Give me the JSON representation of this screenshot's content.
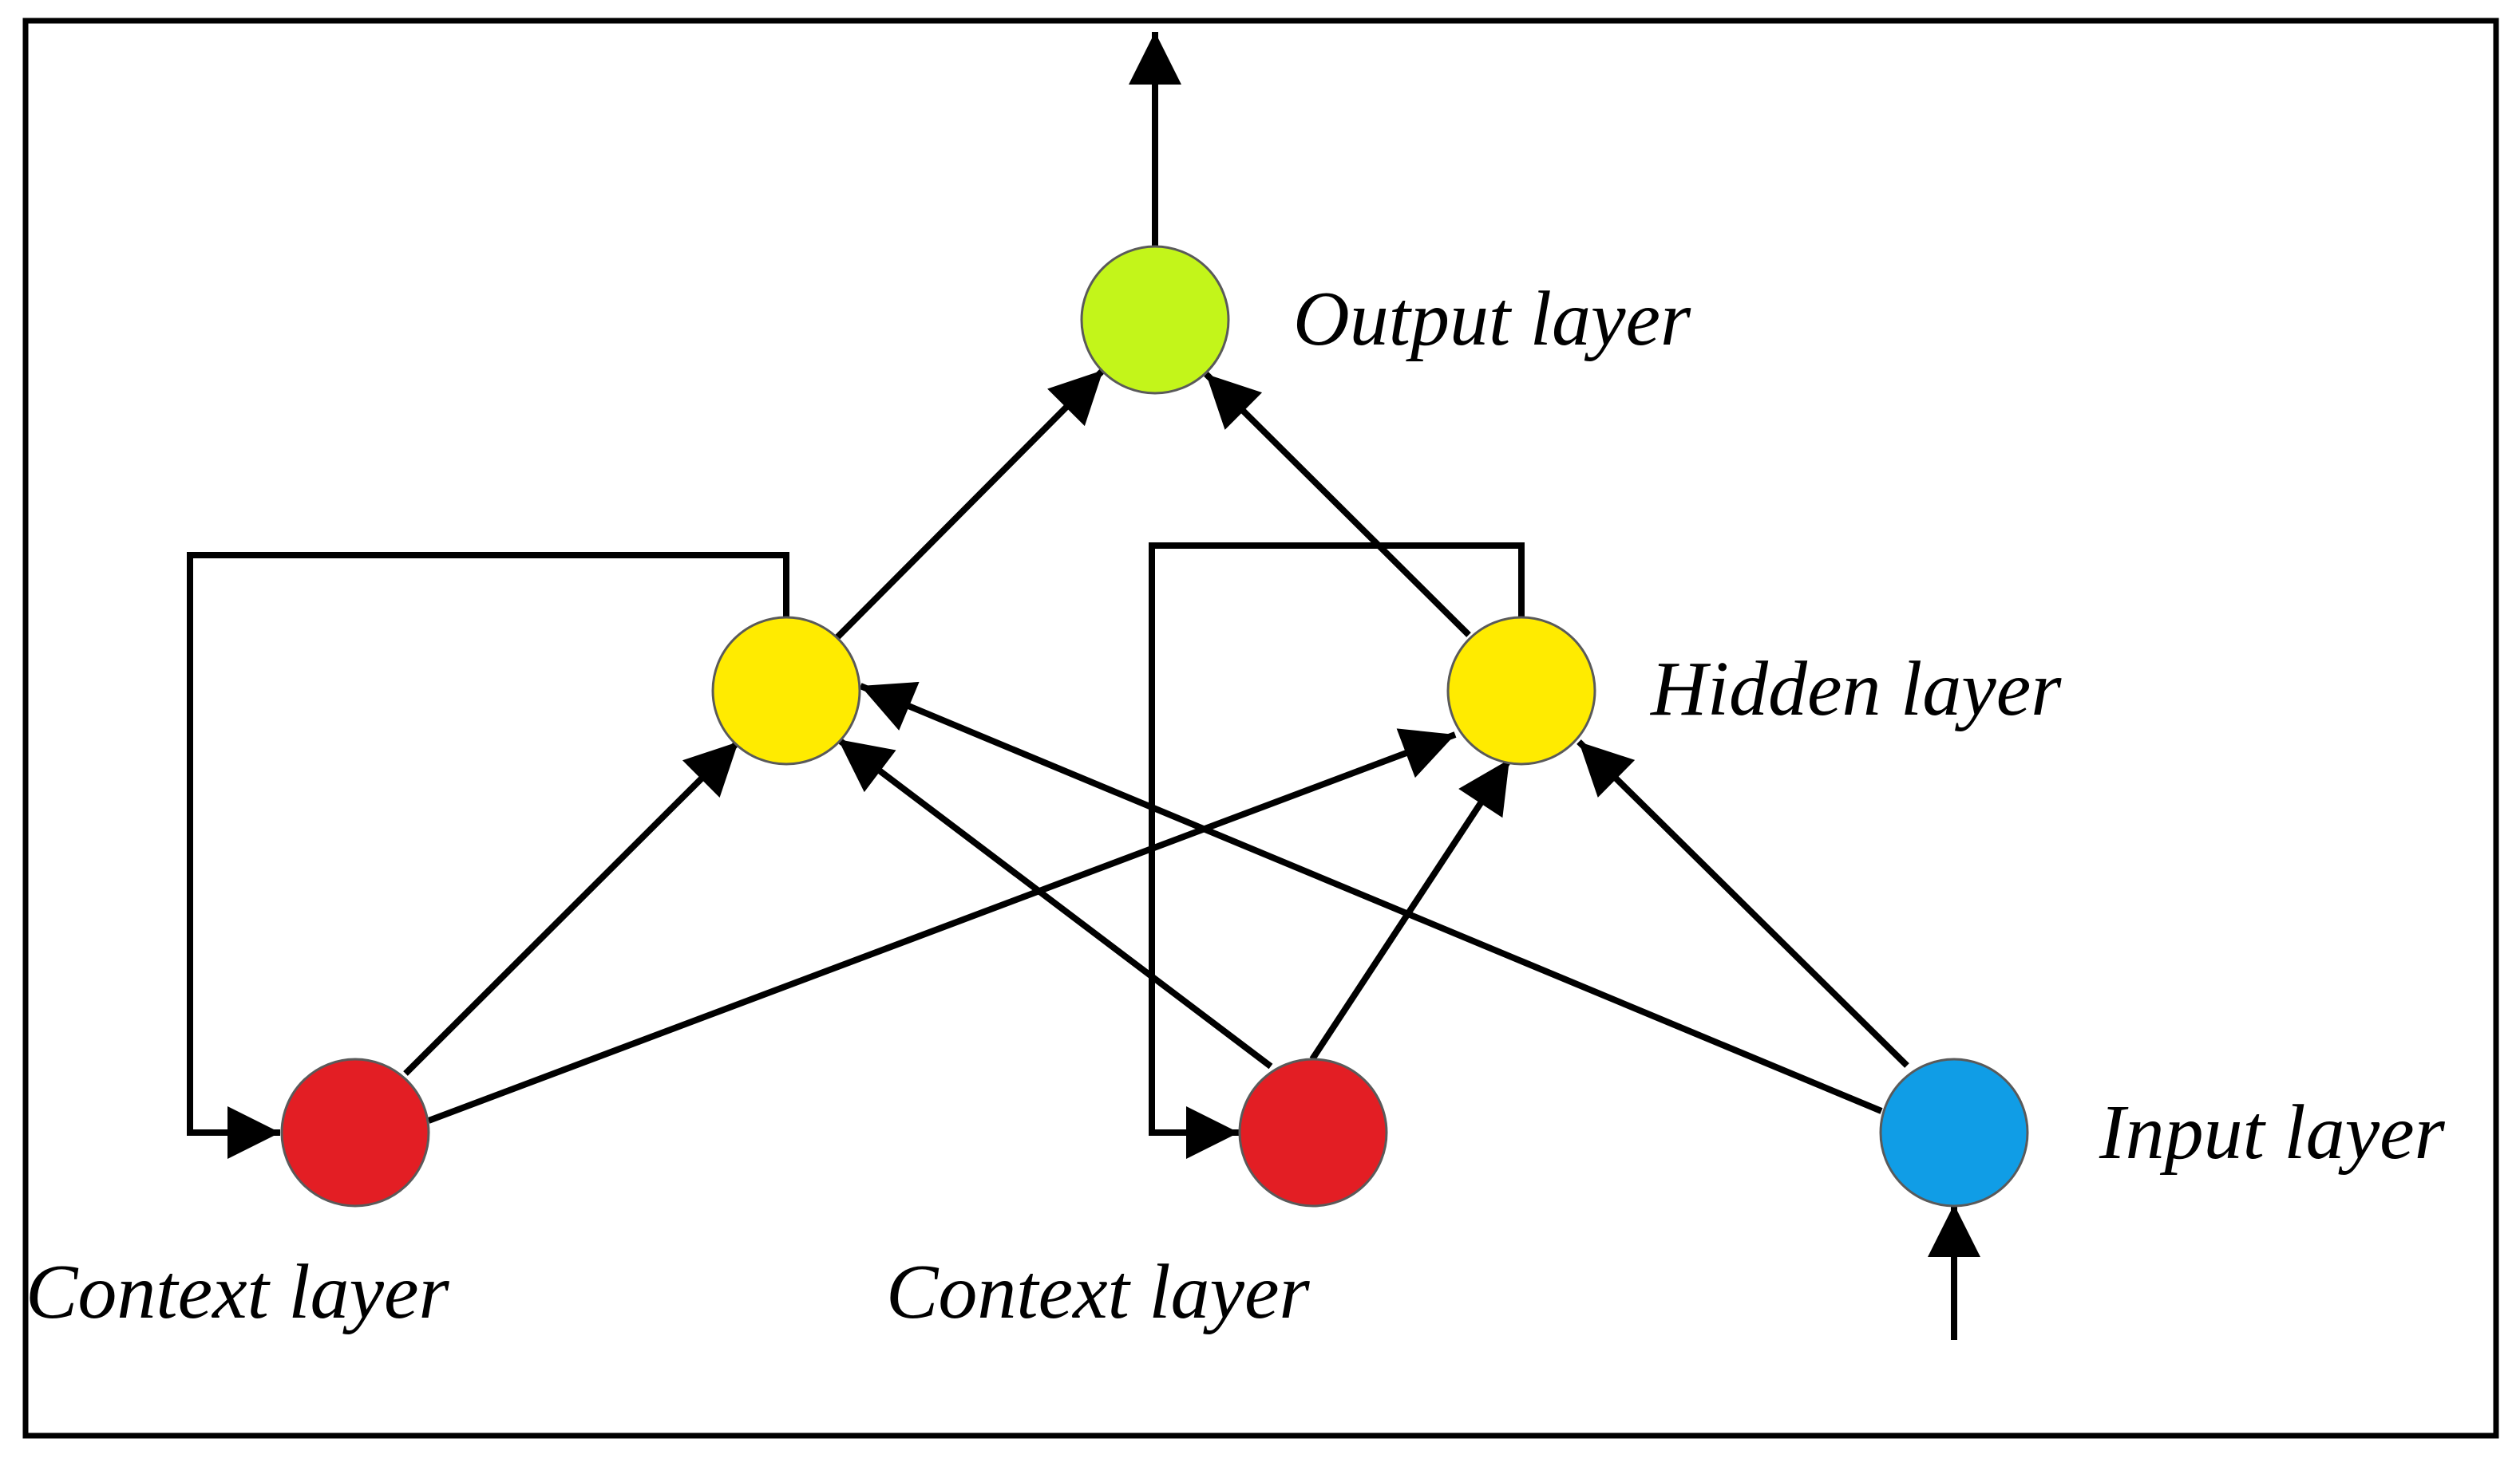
{
  "nodes": {
    "output": {
      "label": "Output layer",
      "color": "#c3f51a"
    },
    "hidden_left": {
      "label": "",
      "color": "#ffeb00"
    },
    "hidden_right": {
      "label": "Hidden layer",
      "color": "#ffeb00"
    },
    "context_left": {
      "label": "Context layer",
      "color": "#e31e24"
    },
    "context_right": {
      "label": "Context layer",
      "color": "#e31e24"
    },
    "input": {
      "label": "Input layer",
      "color": "#109de6"
    }
  },
  "edges": [
    {
      "from": "input",
      "to": "hidden_left"
    },
    {
      "from": "input",
      "to": "hidden_right"
    },
    {
      "from": "context_left",
      "to": "hidden_left"
    },
    {
      "from": "context_left",
      "to": "hidden_right"
    },
    {
      "from": "context_right",
      "to": "hidden_left"
    },
    {
      "from": "context_right",
      "to": "hidden_right"
    },
    {
      "from": "hidden_left",
      "to": "output"
    },
    {
      "from": "hidden_right",
      "to": "output"
    },
    {
      "from": "hidden_left",
      "to": "context_left",
      "kind": "recurrent"
    },
    {
      "from": "hidden_right",
      "to": "context_right",
      "kind": "recurrent"
    }
  ]
}
